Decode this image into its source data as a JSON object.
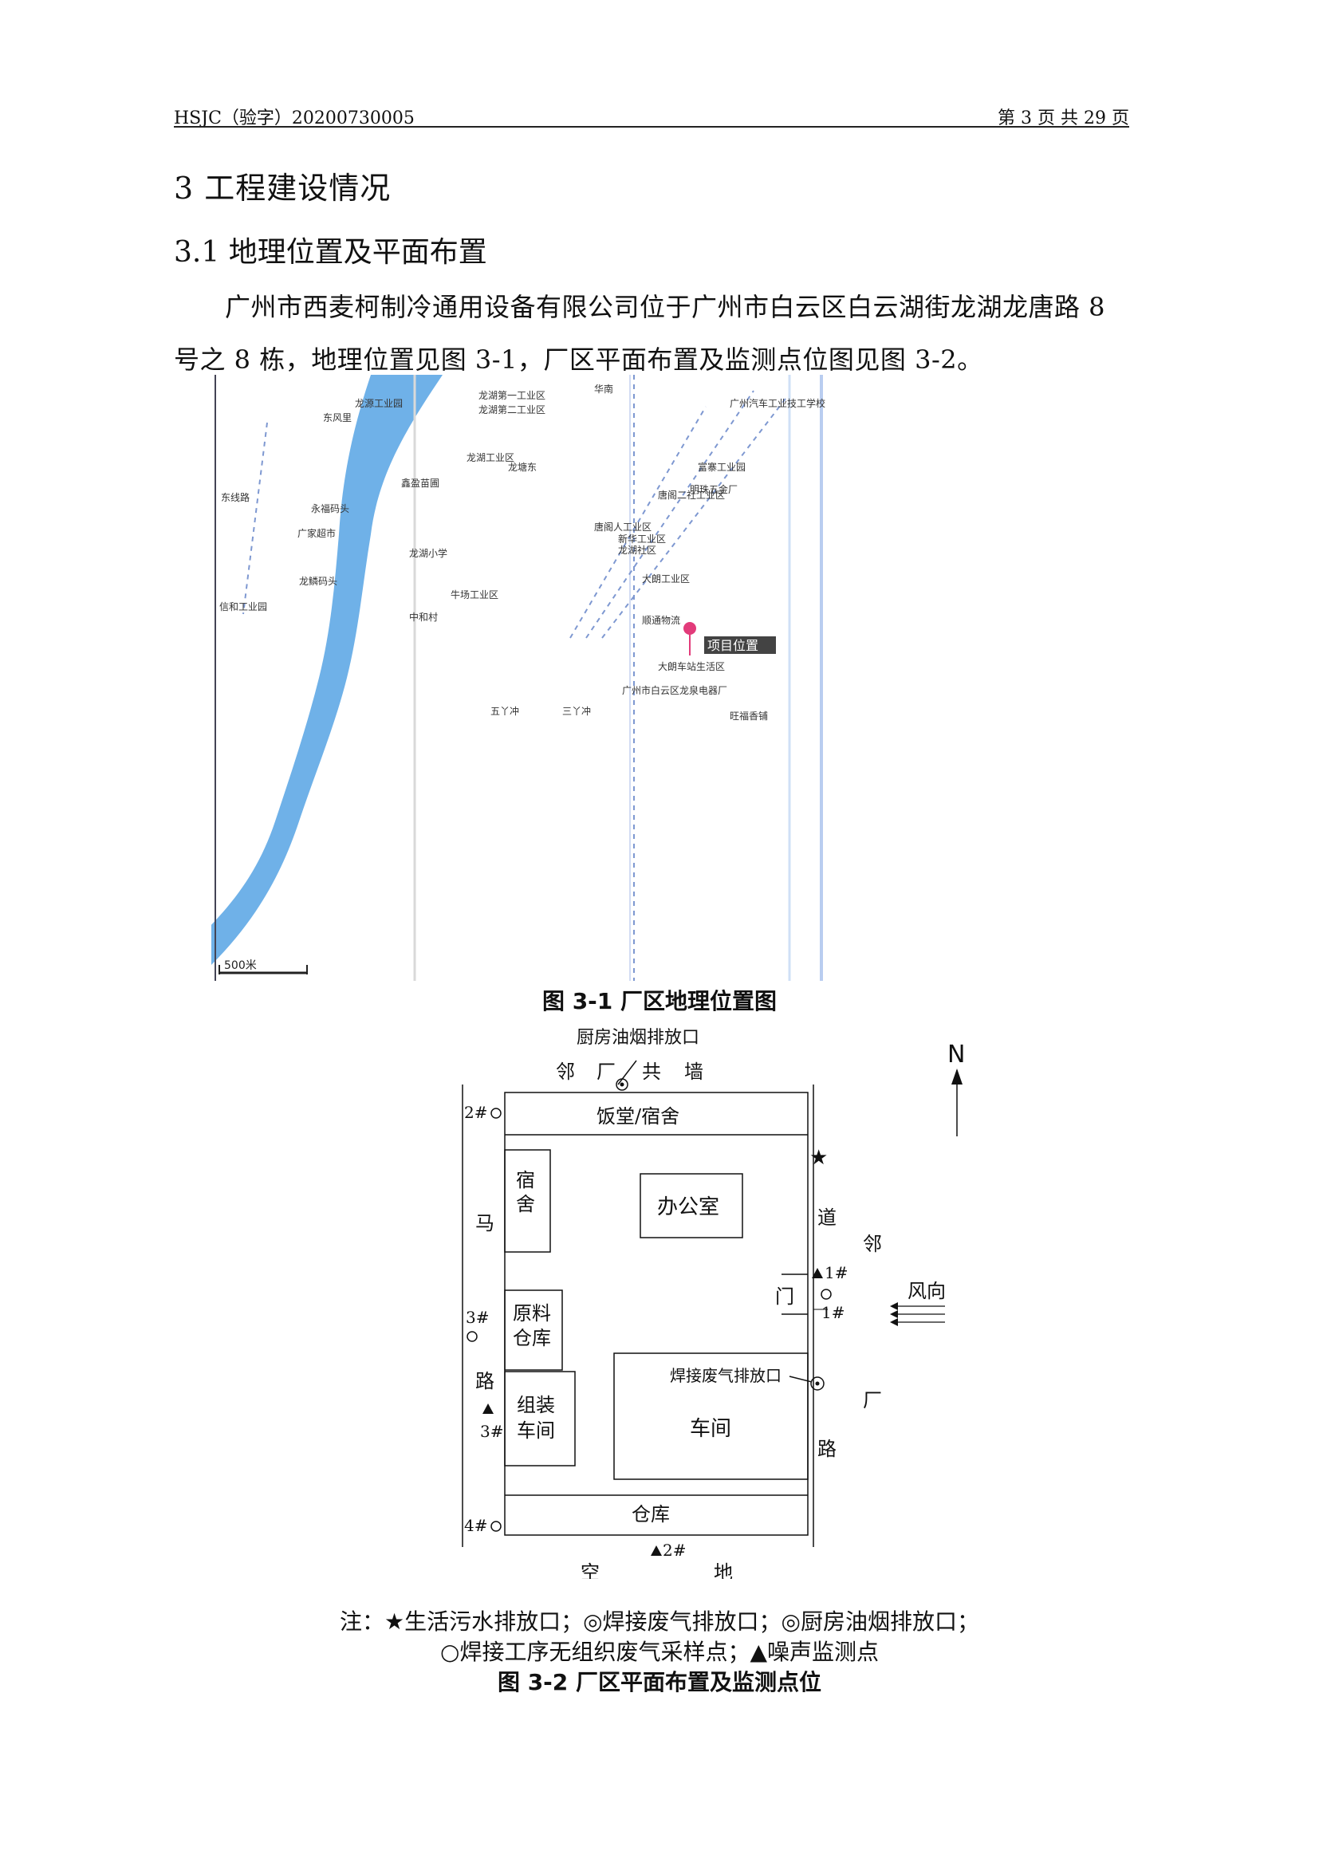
{
  "header": {
    "doc_id": "HSJC（验字）20200730005",
    "page_info": "第 3 页 共 29 页"
  },
  "section": {
    "title": "3  工程建设情况",
    "subtitle": "3.1  地理位置及平面布置"
  },
  "body_text": "广州市西麦柯制冷通用设备有限公司位于广州市白云区白云湖街龙湖龙唐路 8 号之 8 栋，地理位置见图 3-1，厂区平面布置及监测点位图见图 3-2。",
  "map": {
    "caption": "图 3-1  厂区地理位置图",
    "project_label": "项目位置",
    "scale_label": "500米",
    "places": [
      "龙湖第一工业区",
      "龙湖第二工业区",
      "华南",
      "龙湖工业区",
      "龙塘东",
      "新华工业区",
      "龙湖社区",
      "龙湖小学",
      "中和村",
      "牛场工业区",
      "广州市白云区龙泉电器厂",
      "大朗工业区",
      "唐阁人工业区",
      "鑫盈苗圃",
      "东线路",
      "东风里",
      "永福码头",
      "广家超市",
      "龙鳞码头",
      "信和工业园",
      "五丫冲",
      "广州汽车工业技工学校",
      "富寨工业园",
      "旺福香铺",
      "大朗车站生活区",
      "龙源工业园",
      "唐阁二社工业区",
      "明珠五金厂",
      "三丫冲",
      "顺通物流"
    ]
  },
  "floorplan": {
    "caption": "图 3-2  厂区平面布置及监测点位",
    "north": "N",
    "wind": "风向",
    "kitchen_outlet": "厨房油烟排放口",
    "top_neighbor": [
      "邻",
      "厂",
      "共",
      "墙"
    ],
    "canteen": "饭堂/宿舍",
    "dorm": [
      "宿",
      "舍"
    ],
    "office": "办公室",
    "material": [
      "原料",
      "仓库"
    ],
    "assembly": [
      "组装",
      "车间"
    ],
    "workshop": "车间",
    "weld_outlet": "焊接废气排放口",
    "warehouse": "仓库",
    "left_road": [
      "马",
      "路"
    ],
    "right_road": [
      "道",
      "路"
    ],
    "gate": "门",
    "right_neighbor": [
      "邻",
      "厂"
    ],
    "bottom": [
      "空",
      "地"
    ],
    "points": {
      "p2o": "2#",
      "p3o": "3#",
      "p4o": "4#",
      "p1o": "1#",
      "n1": "1#",
      "n2": "2#",
      "n3": "3#"
    },
    "star": "★"
  },
  "notes": {
    "line1": "注：★生活污水排放口；◎焊接废气排放口；◎厨房油烟排放口；",
    "line2": "○焊接工序无组织废气采样点；▲噪声监测点"
  },
  "colors": {
    "river": "#6fb1e8",
    "text": "#111111",
    "road": "#b9cdf0"
  }
}
